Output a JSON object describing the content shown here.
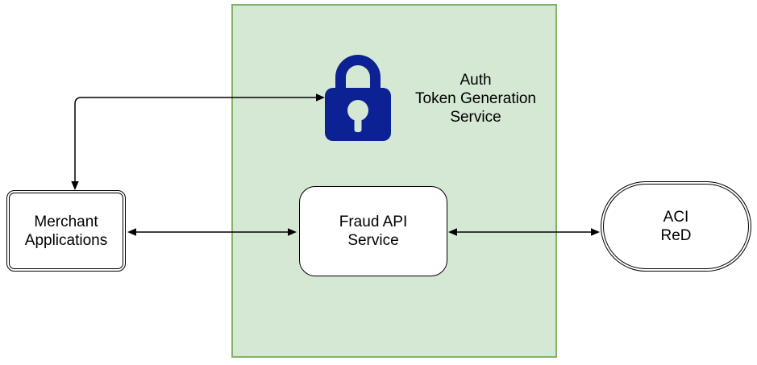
{
  "diagram": {
    "colors": {
      "container_fill": "#d5e8d4",
      "container_border": "#82b366",
      "lock": "#0c2193",
      "node_fill": "#ffffff",
      "node_border": "#000000",
      "connector": "#000000",
      "text": "#000000",
      "page_background": "#ffffff"
    },
    "nodes": {
      "merchant": {
        "shape": "rounded-rectangle-double-border",
        "lines": [
          "Merchant",
          "Applications"
        ]
      },
      "auth": {
        "shape": "icon-with-label",
        "icon": "lock-icon",
        "lines": [
          "Auth",
          "Token Generation",
          "Service"
        ]
      },
      "fraud": {
        "shape": "rounded-rectangle",
        "lines": [
          "Fraud API",
          "Service"
        ]
      },
      "aci": {
        "shape": "stadium-double-border",
        "lines": [
          "ACI",
          "ReD"
        ]
      }
    },
    "connectors": [
      {
        "from": "merchant",
        "to": "auth",
        "type": "elbow",
        "bidirectional": true
      },
      {
        "from": "merchant",
        "to": "fraud",
        "type": "straight",
        "bidirectional": true
      },
      {
        "from": "fraud",
        "to": "aci",
        "type": "straight",
        "bidirectional": true
      }
    ]
  }
}
